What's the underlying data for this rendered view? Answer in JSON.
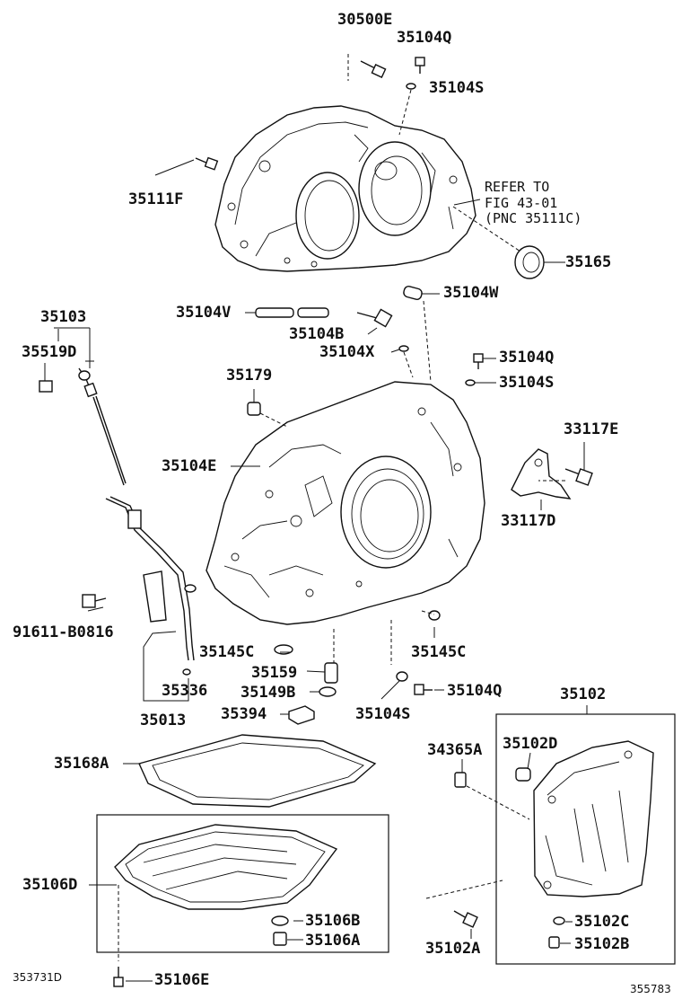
{
  "diagram": {
    "labels": {
      "p30500E": "30500E",
      "p35104Q_top": "35104Q",
      "p35104S_top": "35104S",
      "p35111F": "35111F",
      "ref_note": "REFER TO\nFIG 43-01\n(PNC 35111C)",
      "p35165": "35165",
      "p35104W": "35104W",
      "p35104V": "35104V",
      "p35104B": "35104B",
      "p35104X": "35104X",
      "p35103": "35103",
      "p35519D": "35519D",
      "p35104Q_mid": "35104Q",
      "p35104S_mid": "35104S",
      "p35179": "35179",
      "p33117E": "33117E",
      "p35104E": "35104E",
      "p33117D": "33117D",
      "p91611": "91611-B0816",
      "p35145C_left": "35145C",
      "p35145C_right": "35145C",
      "p35159": "35159",
      "p35336": "35336",
      "p35149B": "35149B",
      "p35104Q_low": "35104Q",
      "p35102": "35102",
      "p35013": "35013",
      "p35394": "35394",
      "p35104S_low": "35104S",
      "p35168A": "35168A",
      "p34365A": "34365A",
      "p35102D": "35102D",
      "p35106D": "35106D",
      "p35106B": "35106B",
      "p35102C": "35102C",
      "p35106A": "35106A",
      "p35102A": "35102A",
      "p35102B": "35102B",
      "p35106E": "35106E",
      "code_left": "353731D",
      "code_right": "355783"
    }
  }
}
